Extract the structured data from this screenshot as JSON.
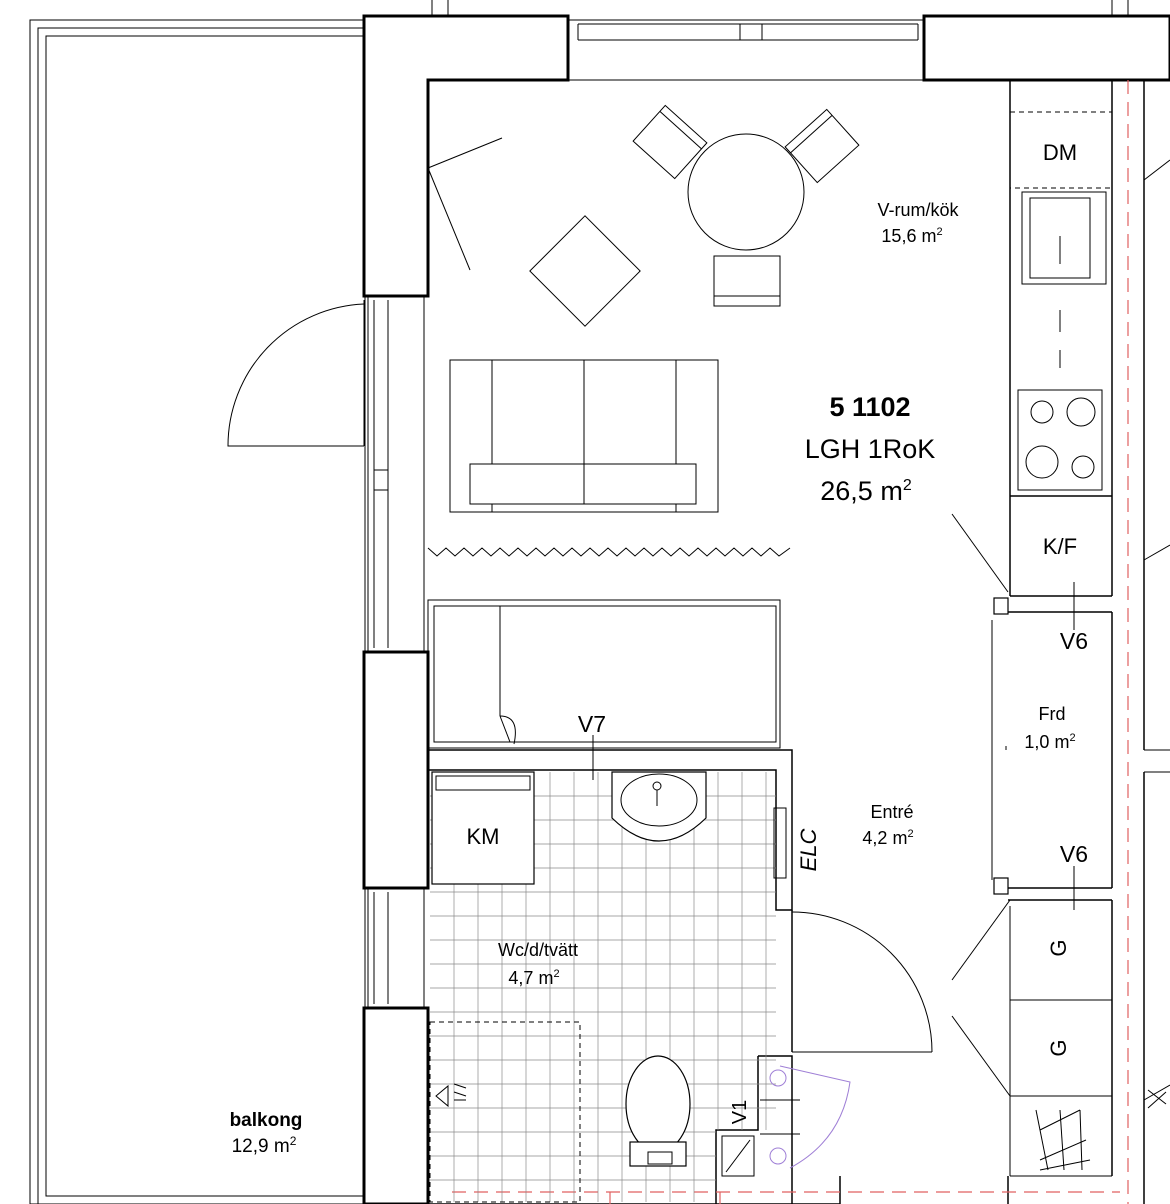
{
  "unit": {
    "number": "5 1102",
    "type": "LGH 1RoK",
    "area_value": "26,5 m",
    "area_sup": "2"
  },
  "rooms": [
    {
      "id": "vrum",
      "name": "V-rum/kök",
      "area": "15,6 m",
      "sup": "2"
    },
    {
      "id": "frd",
      "name": "Frd",
      "area": "1,0 m",
      "sup": "2"
    },
    {
      "id": "entre",
      "name": "Entré",
      "area": "4,2 m",
      "sup": "2"
    },
    {
      "id": "wc",
      "name": "Wc/d/tvätt",
      "area": "4,7 m",
      "sup": "2"
    },
    {
      "id": "balkong",
      "name": "balkong",
      "area": "12,9 m",
      "sup": "2"
    }
  ],
  "fixtures": {
    "dm": "DM",
    "kf": "K/F",
    "v6_top": "V6",
    "v6_bottom": "V6",
    "v7": "V7",
    "km": "KM",
    "elc": "ELC",
    "v1": "V1",
    "g_top": "G",
    "g_bottom": "G"
  },
  "colors": {
    "line": "#000000",
    "tile_grid": "#8a8a8a",
    "boundary_dash": "#e06060",
    "door_swing_accent": "#9f7fd6"
  }
}
